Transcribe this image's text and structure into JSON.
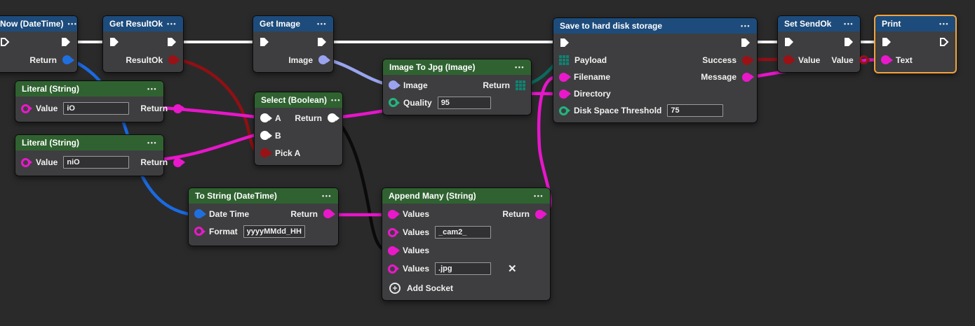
{
  "ui": {
    "menu_icon": "•••",
    "delete_icon": "✕",
    "add_icon": "+"
  },
  "colors": {
    "canvas_bg": "#2a2a2b",
    "node_body": "#3e3e40",
    "header_blue": "#1d4c7c",
    "header_green": "#2f6230",
    "selection_orange": "#f2a33c",
    "wire_exec": "#f4f4f4",
    "wire_blue": "#1b6ae0",
    "wire_darkred": "#8f1014",
    "wire_magenta": "#e716c9",
    "wire_lavender": "#9aa4ee",
    "wire_teal": "#0d685d",
    "wire_black": "#0b0b0b",
    "port_green": "#23b57e",
    "port_grid_teal": "#0e8372"
  },
  "nodes": {
    "now": {
      "title": "Now (DateTime)",
      "output_label": "Return"
    },
    "get_resultok": {
      "title": "Get ResultOk",
      "output_label": "ResultOk"
    },
    "get_image": {
      "title": "Get Image",
      "output_label": "Image"
    },
    "image_to_jpg": {
      "title": "Image To Jpg (Image)",
      "input1_label": "Image",
      "input2_label": "Quality",
      "input2_value": "95",
      "output_label": "Return"
    },
    "save": {
      "title": "Save to hard disk storage",
      "input1_label": "Payload",
      "input2_label": "Filename",
      "input3_label": "Directory",
      "input4_label": "Disk Space Threshold",
      "input4_value": "75",
      "output1_label": "Success",
      "output2_label": "Message"
    },
    "set_sendok": {
      "title": "Set SendOk",
      "input_label": "Value",
      "output_label": "Value"
    },
    "print": {
      "title": "Print",
      "input_label": "Text"
    },
    "literal1": {
      "title": "Literal (String)",
      "input_label": "Value",
      "input_value": "iO",
      "output_label": "Return"
    },
    "literal2": {
      "title": "Literal (String)",
      "input_label": "Value",
      "input_value": "niO",
      "output_label": "Return"
    },
    "select": {
      "title": "Select (Boolean)",
      "input1_label": "A",
      "input2_label": "B",
      "input3_label": "Pick A",
      "output_label": "Return"
    },
    "to_string": {
      "title": "To String (DateTime)",
      "input1_label": "Date Time",
      "input2_label": "Format",
      "input2_value": "yyyyMMdd_HH",
      "output_label": "Return"
    },
    "append_many": {
      "title": "Append Many (String)",
      "values_label": "Values",
      "value2": "_cam2_",
      "value4": ".jpg",
      "output_label": "Return",
      "add_socket_label": "Add Socket"
    }
  },
  "wires": [
    {
      "from": "now.exec-out",
      "to": "get_resultok.exec-in",
      "color": "#f4f4f4"
    },
    {
      "from": "get_resultok.exec-out",
      "to": "get_image.exec-in",
      "color": "#f4f4f4"
    },
    {
      "from": "get_image.exec-out",
      "to": "save.exec-in",
      "color": "#f4f4f4"
    },
    {
      "from": "save.exec-out",
      "to": "set_sendok.exec-in",
      "color": "#f4f4f4"
    },
    {
      "from": "set_sendok.exec-out",
      "to": "print.exec-in",
      "color": "#f4f4f4"
    },
    {
      "from": "now.Return",
      "to": "to_string.Date Time",
      "color": "#1b6ae0"
    },
    {
      "from": "get_resultok.ResultOk",
      "to": "select.Pick A",
      "color": "#8f1014"
    },
    {
      "from": "get_image.Image",
      "to": "image_to_jpg.Image",
      "color": "#9aa4ee"
    },
    {
      "from": "literal1.Return",
      "to": "select.A",
      "color": "#e716c9"
    },
    {
      "from": "literal2.Return",
      "to": "select.B",
      "color": "#e716c9"
    },
    {
      "from": "image_to_jpg.Return",
      "to": "save.Payload",
      "color": "#0d685d"
    },
    {
      "from": "select.Return",
      "to": "save.Directory",
      "color": "#e716c9"
    },
    {
      "from": "select.Return",
      "to": "append_many.Values3",
      "color": "#0b0b0b"
    },
    {
      "from": "to_string.Return",
      "to": "append_many.Values1",
      "color": "#e716c9"
    },
    {
      "from": "append_many.Return",
      "to": "save.Filename",
      "color": "#e716c9"
    },
    {
      "from": "save.Success",
      "to": "set_sendok.Value",
      "color": "#8f1014"
    },
    {
      "from": "save.Message",
      "to": "print.Text",
      "color": "#e716c9"
    }
  ]
}
